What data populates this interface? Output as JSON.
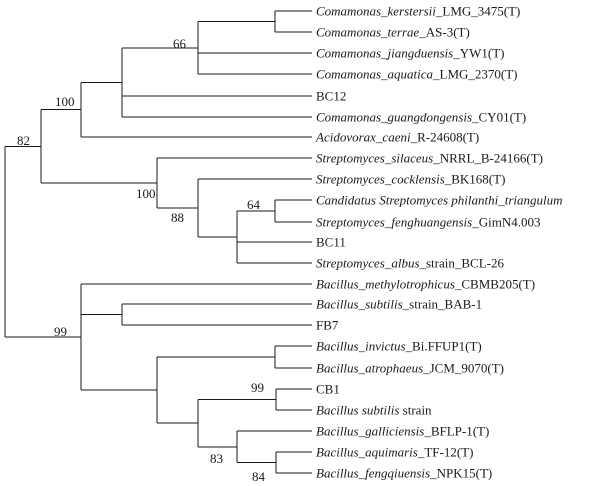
{
  "tree": {
    "taxa": [
      {
        "id": "t1",
        "parts": [
          {
            "text": "Comamonas_kerstersii",
            "italic": true
          },
          {
            "text": "_LMG_3475(T)",
            "italic": false
          }
        ]
      },
      {
        "id": "t2",
        "parts": [
          {
            "text": "Comamonas_terrae",
            "italic": true
          },
          {
            "text": "_AS-3(T)",
            "italic": false
          }
        ]
      },
      {
        "id": "t3",
        "parts": [
          {
            "text": "Comamonas_jiangduensis",
            "italic": true
          },
          {
            "text": "_YW1(T)",
            "italic": false
          }
        ]
      },
      {
        "id": "t4",
        "parts": [
          {
            "text": "Comamonas_aquatica",
            "italic": true
          },
          {
            "text": "_LMG_2370(T)",
            "italic": false
          }
        ]
      },
      {
        "id": "t5",
        "parts": [
          {
            "text": "BC12",
            "italic": false
          }
        ]
      },
      {
        "id": "t6",
        "parts": [
          {
            "text": "Comamonas_guangdongensis",
            "italic": true
          },
          {
            "text": "_CY01(T)",
            "italic": false
          }
        ]
      },
      {
        "id": "t7",
        "parts": [
          {
            "text": "Acidovorax_caeni",
            "italic": true
          },
          {
            "text": "_R-24608(T)",
            "italic": false
          }
        ]
      },
      {
        "id": "t8",
        "parts": [
          {
            "text": "Streptomyces_silaceus",
            "italic": true
          },
          {
            "text": "_NRRL_B-24166(T)",
            "italic": false
          }
        ]
      },
      {
        "id": "t9",
        "parts": [
          {
            "text": "Streptomyces_cocklensis",
            "italic": true
          },
          {
            "text": "_BK168(T)",
            "italic": false
          }
        ]
      },
      {
        "id": "t10",
        "parts": [
          {
            "text": "Candidatus Streptomyces philanthi_triangulum",
            "italic": true
          }
        ]
      },
      {
        "id": "t11",
        "parts": [
          {
            "text": "Streptomyces_fenghuangensis",
            "italic": true
          },
          {
            "text": "_GimN4.003",
            "italic": false
          }
        ]
      },
      {
        "id": "t12",
        "parts": [
          {
            "text": "BC11",
            "italic": false
          }
        ]
      },
      {
        "id": "t13",
        "parts": [
          {
            "text": "Streptomyces_albus",
            "italic": true
          },
          {
            "text": "_strain_BCL-26",
            "italic": false
          }
        ]
      },
      {
        "id": "t14",
        "parts": [
          {
            "text": "Bacillus_methylotrophicus",
            "italic": true
          },
          {
            "text": "_CBMB205(T)",
            "italic": false
          }
        ]
      },
      {
        "id": "t15",
        "parts": [
          {
            "text": "Bacillus_subtilis",
            "italic": true
          },
          {
            "text": "_strain_BAB-1",
            "italic": false
          }
        ]
      },
      {
        "id": "t16",
        "parts": [
          {
            "text": "FB7",
            "italic": false
          }
        ]
      },
      {
        "id": "t17",
        "parts": [
          {
            "text": "Bacillus_invictus",
            "italic": true
          },
          {
            "text": "_Bi.FFUP1(T)",
            "italic": false
          }
        ]
      },
      {
        "id": "t18",
        "parts": [
          {
            "text": "Bacillus_atrophaeus",
            "italic": true
          },
          {
            "text": "_JCM_9070(T)",
            "italic": false
          }
        ]
      },
      {
        "id": "t19",
        "parts": [
          {
            "text": "CB1",
            "italic": false
          }
        ]
      },
      {
        "id": "t20",
        "parts": [
          {
            "text": "Bacillus subtilis",
            "italic": true
          },
          {
            "text": " strain",
            "italic": false
          }
        ]
      },
      {
        "id": "t21",
        "parts": [
          {
            "text": "Bacillus_galliciensis",
            "italic": true
          },
          {
            "text": "_BFLP-1(T)",
            "italic": false
          }
        ]
      },
      {
        "id": "t22",
        "parts": [
          {
            "text": "Bacillus_aquimaris",
            "italic": true
          },
          {
            "text": "_TF-12(T)",
            "italic": false
          }
        ]
      },
      {
        "id": "t23",
        "parts": [
          {
            "text": "Bacillus_fengqiuensis",
            "italic": true
          },
          {
            "text": "_NPK15(T)",
            "italic": false
          }
        ]
      }
    ],
    "support_values": [
      {
        "node": "n_comamonas4",
        "value": "66"
      },
      {
        "node": "n_betaproteo",
        "value": "100"
      },
      {
        "node": "n_root_upper",
        "value": "82"
      },
      {
        "node": "n_strepto",
        "value": "100"
      },
      {
        "node": "n_strepto_inner",
        "value": "88"
      },
      {
        "node": "n_cand_feng",
        "value": "64"
      },
      {
        "node": "n_bacillus",
        "value": "99"
      },
      {
        "node": "n_cb1",
        "value": "99"
      },
      {
        "node": "n_gal_group",
        "value": "83"
      },
      {
        "node": "n_aqui_feng",
        "value": "84"
      }
    ]
  }
}
